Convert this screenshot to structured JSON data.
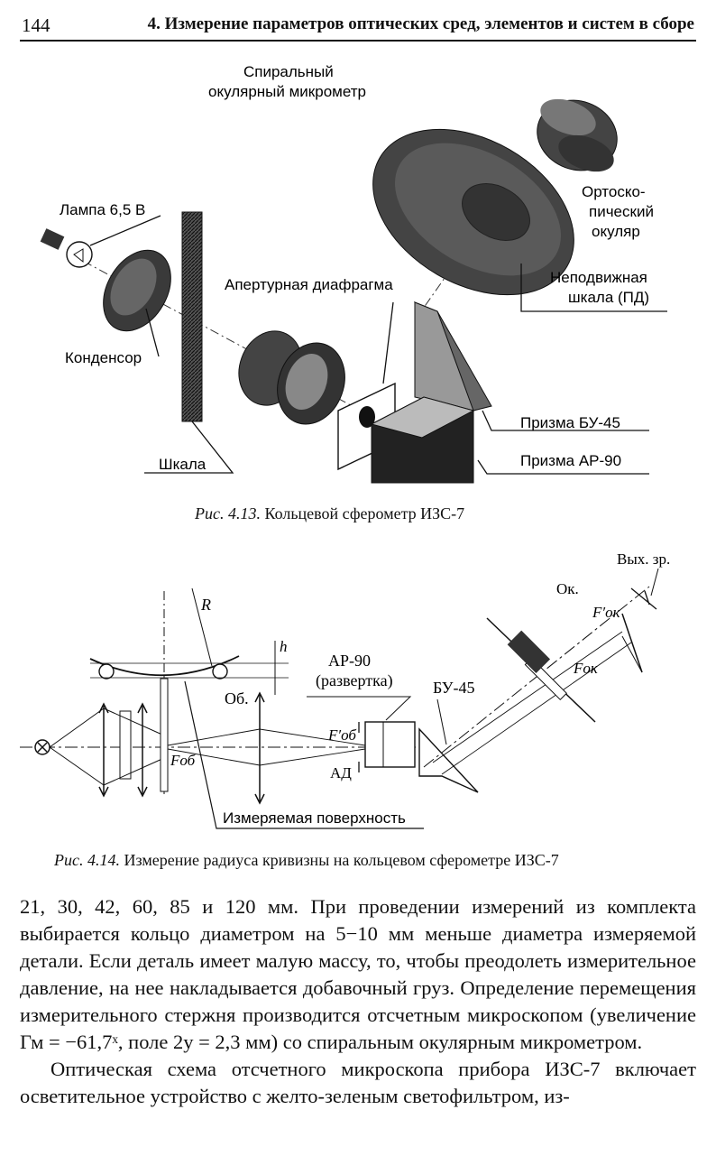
{
  "header": {
    "page_number": "144",
    "chapter_title": "4. Измерение параметров оптических сред, элементов и систем в сборе"
  },
  "figure_13": {
    "labels": {
      "micrometer_1": "Спиральный",
      "micrometer_2": "окулярный микрометр",
      "lamp": "Лампа 6,5 В",
      "ortho_1": "Ортоско-",
      "ortho_2": "пический",
      "ortho_3": "окуляр",
      "fixed_1": "Неподвижная",
      "fixed_2": "шкала (ПД)",
      "aperture": "Апертурная диафрагма",
      "condenser": "Конденсор",
      "prism_bu": "Призма БУ-45",
      "prism_ar": "Призма АР-90",
      "scale": "Шкала"
    },
    "caption_num": "Рис. 4.13.",
    "caption_text": "Кольцевой сферометр ИЗС-7"
  },
  "figure_14": {
    "labels": {
      "exit_pupil": "Вых. зр.",
      "ok": "Ок.",
      "f_ok_prime": "F′ок",
      "f_ok": "Fок",
      "R": "R",
      "h": "h",
      "ar90": "АР-90",
      "razvertka": "(развертка)",
      "bu45": "БУ-45",
      "ob": "Об.",
      "f_ob_prime": "F′об",
      "ad": "АД",
      "f_ob": "Fоб",
      "surface": "Измеряемая поверхность"
    },
    "caption_num": "Рис. 4.14.",
    "caption_text": "Измерение радиуса кривизны на кольцевом сферометре ИЗС-7"
  },
  "body": {
    "p1": "21, 30, 42, 60, 85 и 120 мм. При проведении измерений из комплекта выбирается кольцо диаметром на 5−10 мм меньше диаметра измеряемой детали. Если деталь имеет малую массу, то, чтобы преодолеть измерительное давление, на нее накладывается добавочный груз. Определение перемещения измерительного стержня производится отсчетным микроскопом (увеличение Гм = −61,7ˣ, поле 2y = 2,3 мм) со спиральным окулярным микрометром.",
    "p2": "Оптическая схема отсчетного микроскопа прибора ИЗС-7 включает осветительное устройство с желто-зеленым светофильтром, из-"
  }
}
